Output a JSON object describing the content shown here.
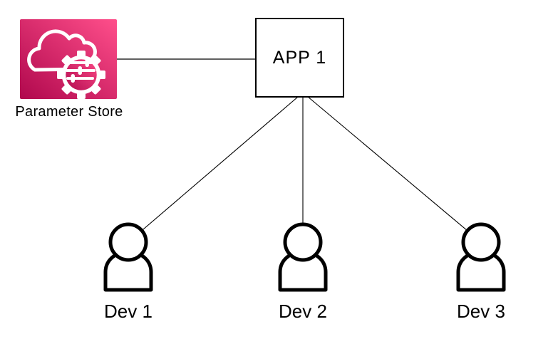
{
  "diagram": {
    "type": "architecture-diagram",
    "nodes": {
      "parameter_store": {
        "label": "Parameter Store",
        "icon": "aws-parameter-store-cloud-gear-icon"
      },
      "app": {
        "label": "APP 1",
        "shape": "rectangle"
      },
      "devs": [
        {
          "label": "Dev 1",
          "icon": "person-icon"
        },
        {
          "label": "Dev 2",
          "icon": "person-icon"
        },
        {
          "label": "Dev 3",
          "icon": "person-icon"
        }
      ]
    },
    "connections": [
      {
        "from": "Parameter Store",
        "to": "APP 1"
      },
      {
        "from": "APP 1",
        "to": "Dev 1"
      },
      {
        "from": "APP 1",
        "to": "Dev 2"
      },
      {
        "from": "APP 1",
        "to": "Dev 3"
      }
    ]
  },
  "colors": {
    "canvas_background": "#ffffff",
    "icon_gradient_start": "#b0084d",
    "icon_gradient_end": "#ff4f8b",
    "icon_glyph": "#ffffff",
    "connector": "#000000",
    "shape_stroke": "#000000",
    "text": "#000000"
  }
}
